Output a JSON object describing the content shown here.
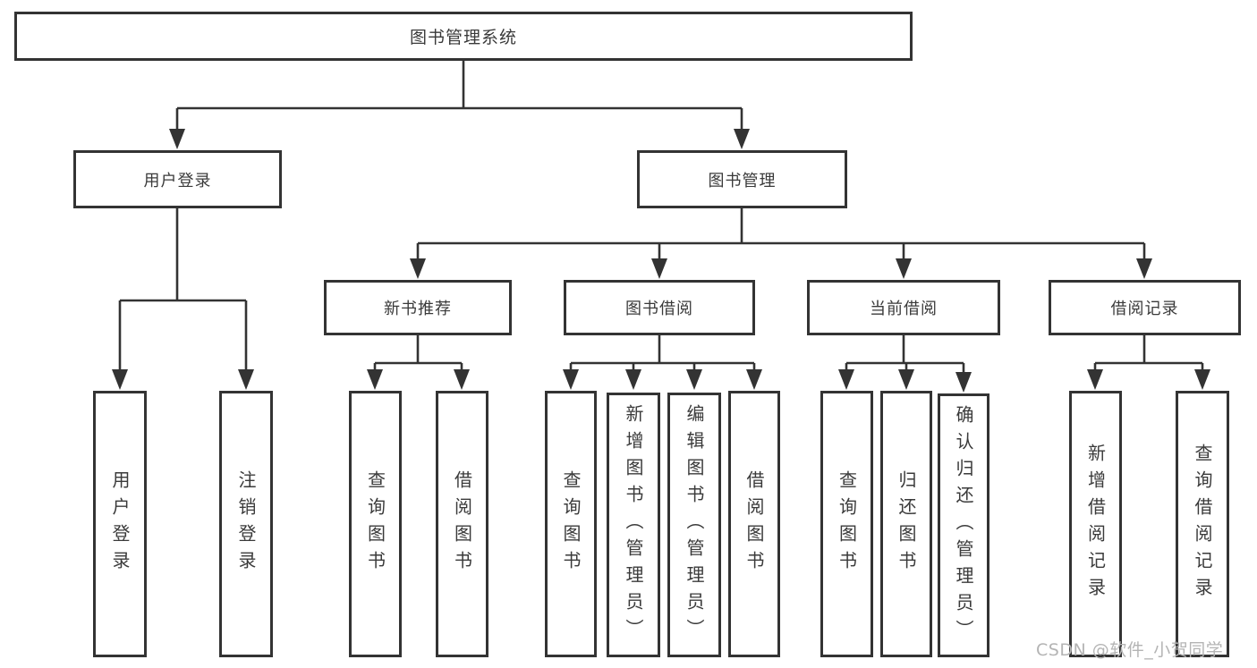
{
  "diagram": {
    "type": "hierarchy-tree",
    "title": "图书管理系统",
    "watermark": "CSDN @软件_小贺同学",
    "colors": {
      "line": "#333333",
      "box_border": "#333333",
      "text": "#3a3a3a",
      "watermark": "#b4b4b4",
      "background": "#ffffff"
    }
  },
  "nodes": {
    "root": {
      "label": "图书管理系统"
    },
    "user_login": {
      "label": "用户登录"
    },
    "book_management": {
      "label": "图书管理"
    },
    "new_book_recommend": {
      "label": "新书推荐"
    },
    "book_borrowing": {
      "label": "图书借阅"
    },
    "current_borrowing": {
      "label": "当前借阅"
    },
    "borrow_records": {
      "label": "借阅记录"
    },
    "leaf_user_login": {
      "label": "用户登录"
    },
    "leaf_logout": {
      "label": "注销登录"
    },
    "leaf_recommend_query_books": {
      "label": "查询图书"
    },
    "leaf_recommend_borrow_books": {
      "label": "借阅图书"
    },
    "leaf_borrowing_query_books": {
      "label": "查询图书"
    },
    "leaf_borrowing_add_books": {
      "label": "新增图书（管理员）"
    },
    "leaf_borrowing_edit_books": {
      "label": "编辑图书（管理员）"
    },
    "leaf_borrowing_borrow_books": {
      "label": "借阅图书"
    },
    "leaf_current_query_books": {
      "label": "查询图书"
    },
    "leaf_current_return_books": {
      "label": "归还图书"
    },
    "leaf_current_confirm_return": {
      "label": "确认归还（管理员）"
    },
    "leaf_records_add_record": {
      "label": "新增借阅记录"
    },
    "leaf_records_query_record": {
      "label": "查询借阅记录"
    }
  },
  "hierarchy": {
    "图书管理系统": {
      "用户登录": [
        "用户登录",
        "注销登录"
      ],
      "图书管理": {
        "新书推荐": [
          "查询图书",
          "借阅图书"
        ],
        "图书借阅": [
          "查询图书",
          "新增图书（管理员）",
          "编辑图书（管理员）",
          "借阅图书"
        ],
        "当前借阅": [
          "查询图书",
          "归还图书",
          "确认归还（管理员）"
        ],
        "借阅记录": [
          "新增借阅记录",
          "查询借阅记录"
        ]
      }
    }
  }
}
